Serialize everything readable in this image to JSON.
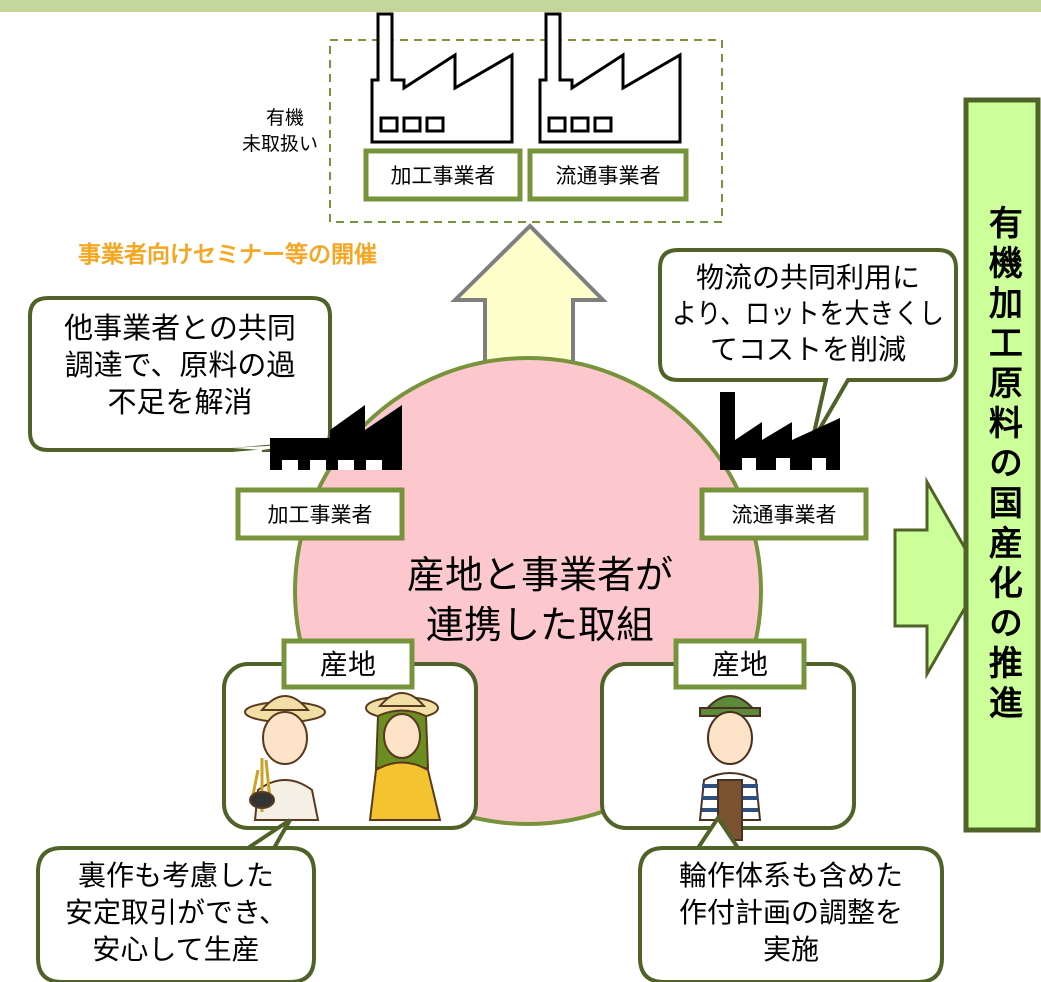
{
  "diagram": {
    "excluded_group": {
      "label_line1": "有機",
      "label_line2": "未取扱い",
      "processor": "加工事業者",
      "distributor": "流通事業者"
    },
    "seminar_note": "事業者向けセミナー等の開催",
    "center": {
      "line1": "産地と事業者が",
      "line2": "連携した取組"
    },
    "processor_label": "加工事業者",
    "distributor_label": "流通事業者",
    "callout_processor": [
      "他事業者との共同",
      "調達で、原料の過",
      "不足を解消"
    ],
    "callout_distributor": [
      "物流の共同利用に",
      "より、ロットを大きくし",
      "てコストを削減"
    ],
    "farm_left_label": "産地",
    "farm_right_label": "産地",
    "callout_farm_left": [
      "裏作も考慮した",
      "安定取引ができ、",
      "安心して生産"
    ],
    "callout_farm_right": [
      "輪作体系も含めた",
      "作付計画の調整を",
      "実施"
    ],
    "result_banner": "有機加工原料の国産化の推進"
  },
  "colors": {
    "header_bar": "#c4d79b",
    "frame_green": "#77933c",
    "dark_green": "#4f6228",
    "circle_fill": "#fcc8ce",
    "up_arrow_fill": "#ffffcc",
    "right_arrow_fill": "#ccff99",
    "banner_fill": "#ccff99",
    "seminar_text": "#f5a623"
  }
}
